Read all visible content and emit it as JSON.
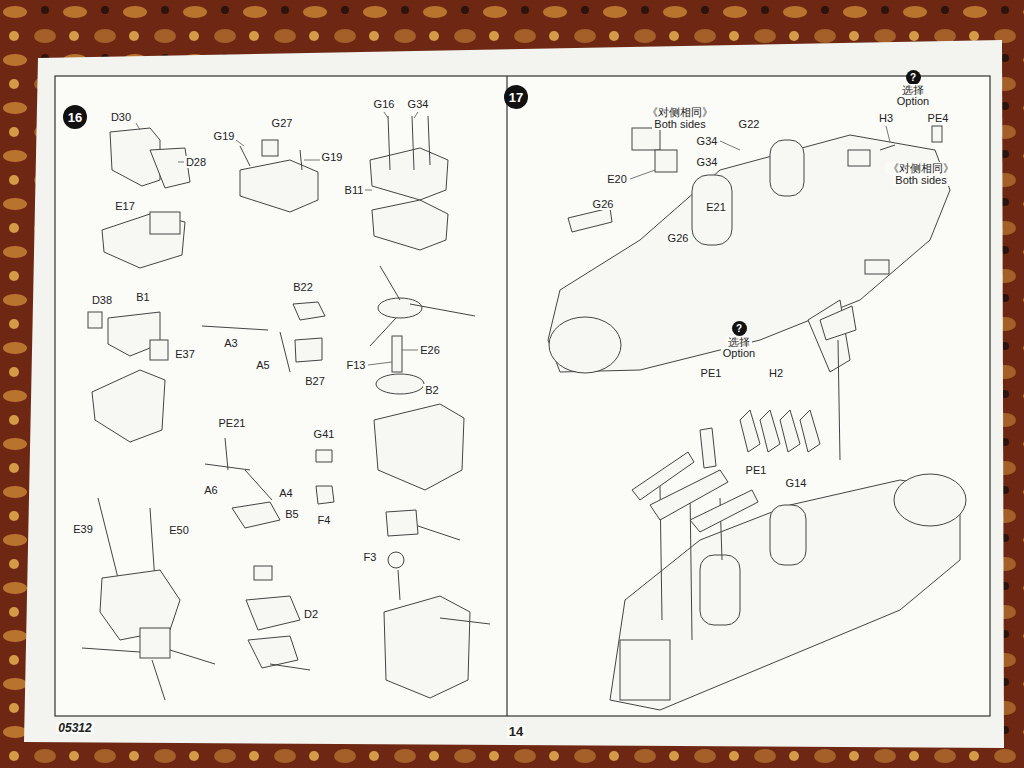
{
  "diagram": {
    "nodes": [
      {
        "text": [
          "16"
        ]
      },
      {
        "text": [
          "17"
        ]
      },
      {
        "text": [
          "?"
        ]
      },
      {
        "text": [
          "?"
        ]
      }
    ],
    "labels": [
      "D30",
      "D28",
      "E17",
      "D38",
      "B1",
      "E37",
      "E39",
      "E50",
      "G19",
      "G27",
      "G19",
      "B22",
      "A3",
      "A5",
      "B27",
      "PE21",
      "A6",
      "A4",
      "B5",
      "G41",
      "F4",
      "D2",
      "G16",
      "G34",
      "B11",
      "E26",
      "F13",
      "B2",
      "F3",
      "《对侧相同》",
      "Both sides",
      "G34",
      "G22",
      "G34",
      "E20",
      "E21",
      "G26",
      "G26",
      "选择",
      "Option",
      "H3",
      "PE4",
      "《对侧相同》",
      "Both sides",
      "选择",
      "Option",
      "PE1",
      "H2",
      "PE1",
      "G14",
      "05312",
      "14"
    ]
  }
}
